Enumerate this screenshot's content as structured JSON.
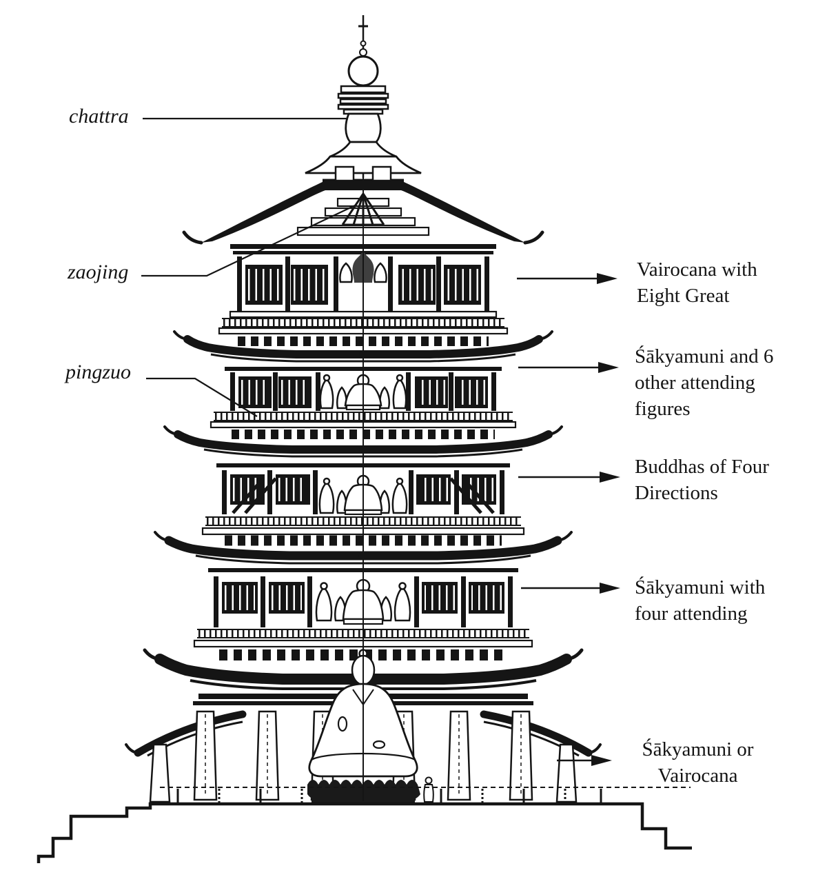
{
  "diagram": {
    "part_labels": {
      "chattra": "chattra",
      "zaojing": "zaojing",
      "pingzuo": "pingzuo"
    },
    "floor_annotations": [
      {
        "lines": [
          "Vairocana with",
          "Eight Great"
        ]
      },
      {
        "lines": [
          "Śākyamuni and 6",
          "other attending",
          "figures"
        ]
      },
      {
        "lines": [
          "Buddhas of Four",
          "Directions"
        ]
      },
      {
        "lines": [
          "Śākyamuni with",
          "four attending"
        ]
      },
      {
        "lines": [
          "Śākyamuni or",
          "Vairocana"
        ]
      }
    ],
    "colors": {
      "ink": "#151515",
      "paper": "#ffffff"
    }
  }
}
